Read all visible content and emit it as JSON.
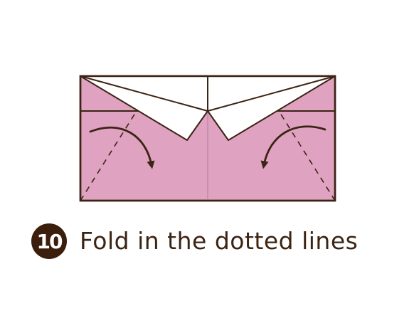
{
  "step": {
    "number": "10",
    "instruction": "Fold in the dotted lines"
  },
  "colors": {
    "paper_front": "#dfa2c1",
    "paper_back": "#ffffff",
    "outline": "#3b2414",
    "center_crease_upper": "#b6d9c4",
    "center_crease_lower": "#c98fb0",
    "badge": "#3b1e0c",
    "text": "#3b2414"
  },
  "icons": {
    "left_arrow": "curved-arrow-down-right",
    "right_arrow": "curved-arrow-down-left"
  }
}
